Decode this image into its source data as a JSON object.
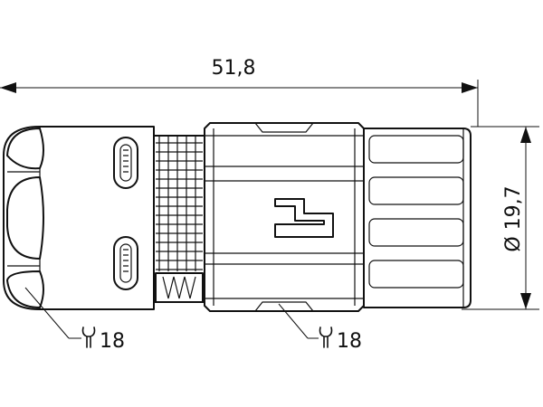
{
  "dimensions": {
    "length": "51,8",
    "diameter": "Ø 19,7"
  },
  "callouts": [
    {
      "label": "18",
      "icon": "wrench-icon"
    },
    {
      "label": "18",
      "icon": "wrench-icon"
    }
  ],
  "colors": {
    "line": "#111111",
    "background": "#ffffff"
  }
}
